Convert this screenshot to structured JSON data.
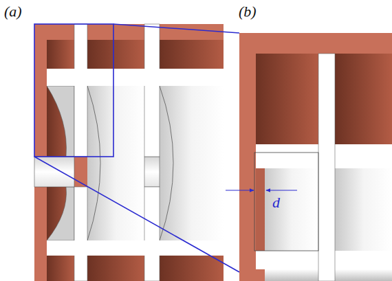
{
  "diagram": {
    "labels": [
      "(a)",
      "(b)",
      "d"
    ]
  }
}
